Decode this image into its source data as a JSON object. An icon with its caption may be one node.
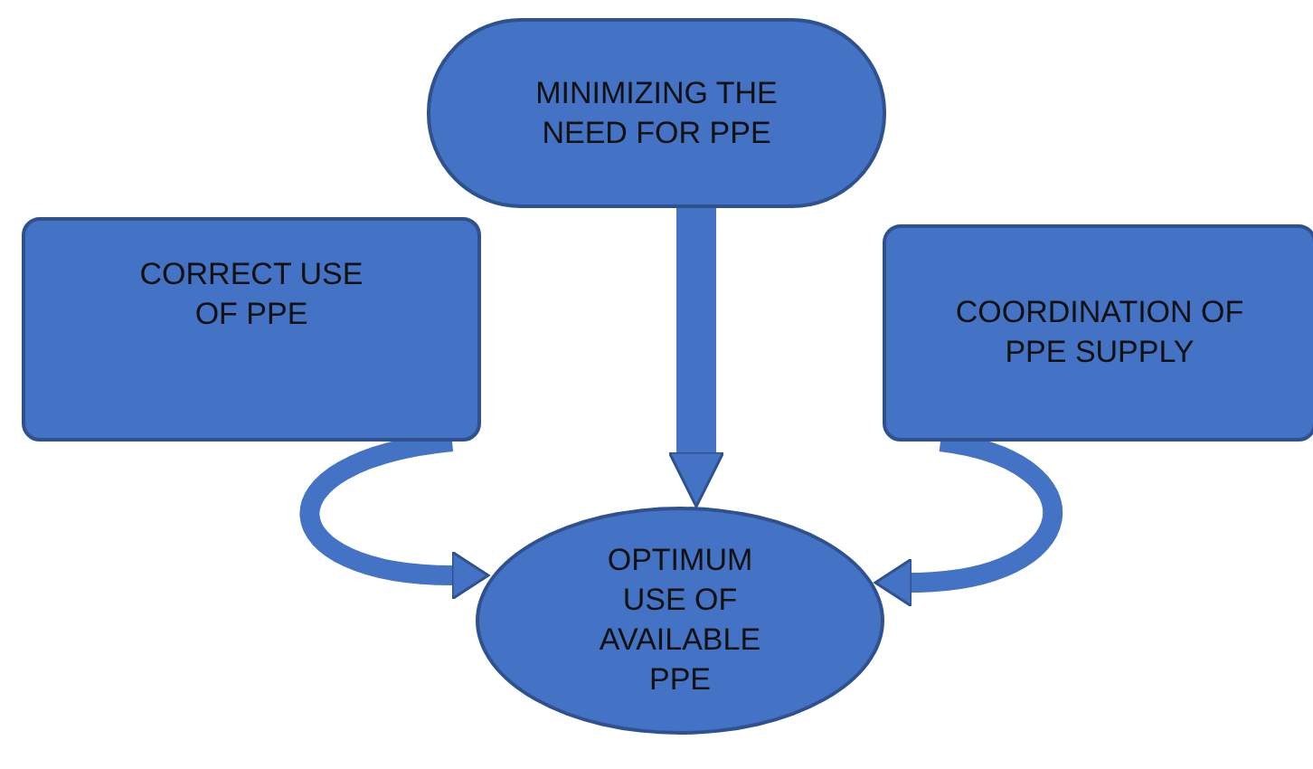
{
  "diagram": {
    "nodes": [
      {
        "text": [
          "MINIMIZING THE NEED FOR PPE"
        ]
      },
      {
        "text": [
          "CORRECT USE OF PPE"
        ]
      },
      {
        "text": [
          "COORDINATION OF PPE SUPPLY"
        ]
      },
      {
        "text": [
          "OPTIMUM USE OF AVAILABLE PPE"
        ]
      }
    ],
    "edges": [
      {
        "from": 0,
        "to": 3,
        "arrow": "to",
        "style": "thick"
      },
      {
        "from": 1,
        "to": 3,
        "arrow": "to"
      },
      {
        "from": 2,
        "to": 3,
        "arrow": "to"
      }
    ]
  }
}
